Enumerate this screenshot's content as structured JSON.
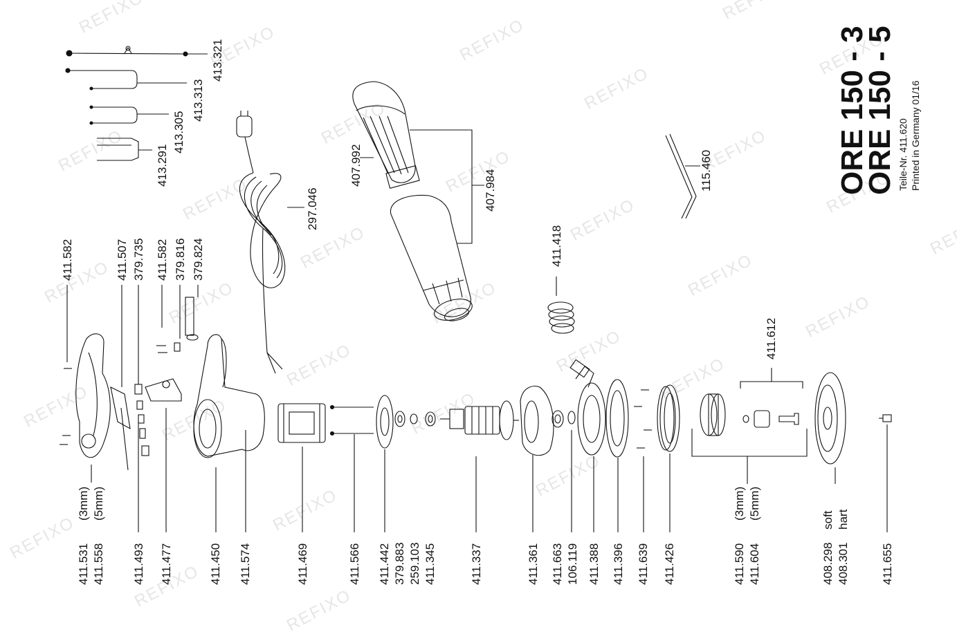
{
  "title": {
    "line1": "ORE 150 - 3",
    "line2": "ORE 150 - 5",
    "part_no": "Teile-Nr. 411.620",
    "printed": "Printed in Germany 01/16"
  },
  "watermark": "REFIXO",
  "labels": {
    "p413321": "413.321",
    "p413313": "413.313",
    "p413305": "413.305",
    "p413291": "413.291",
    "p297046": "297.046",
    "p407992": "407.992",
    "p407984": "407.984",
    "p115460": "115.460",
    "p411418": "411.418",
    "p411582a": "411.582",
    "p411507": "411.507",
    "p379735": "379.735",
    "p411582b": "411.582",
    "p379816": "379.816",
    "p379824": "379.824",
    "p411612": "411.612",
    "p411531": "411.531",
    "p411531s": "(3mm)",
    "p411558": "411.558",
    "p411558s": "(5mm)",
    "p411493": "411.493",
    "p411477": "411.477",
    "p411450": "411.450",
    "p411574": "411.574",
    "p411469": "411.469",
    "p411566": "411.566",
    "p411442": "411.442",
    "p379883": "379.883",
    "p259103": "259.103",
    "p411345": "411.345",
    "p411337": "411.337",
    "p411361": "411.361",
    "p411663": "411.663",
    "p106119": "106.119",
    "p411388": "411.388",
    "p411396": "411.396",
    "p411639": "411.639",
    "p411426": "411.426",
    "p411590": "411.590",
    "p411590s": "(3mm)",
    "p411604": "411.604",
    "p411604s": "(5mm)",
    "p408298": "408.298",
    "p408298s": "soft",
    "p408301": "408.301",
    "p408301s": "hart",
    "p411655": "411.655"
  }
}
